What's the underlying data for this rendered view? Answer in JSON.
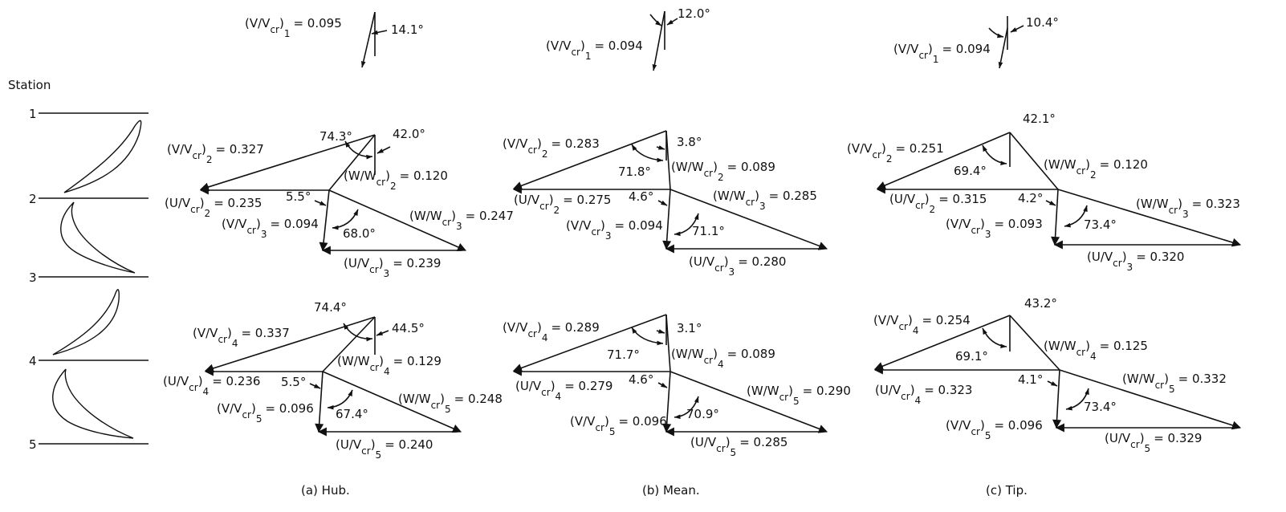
{
  "station_heading": "Station",
  "stations": [
    "1",
    "2",
    "3",
    "4",
    "5"
  ],
  "panels": [
    {
      "caption": "(a) Hub.",
      "inlet": {
        "label": "(V/V",
        "sub": "cr",
        "tail": ")",
        "num": "1",
        "value": "= 0.095",
        "angle": "14.1°"
      },
      "upper": {
        "v_in": {
          "label": "(V/V",
          "sub": "cr",
          "tail": ")",
          "num": "2",
          "value": "= 0.327"
        },
        "u_in": {
          "label": "(U/V",
          "sub": "cr",
          "tail": ")",
          "num": "2",
          "value": "= 0.235"
        },
        "w_in": {
          "label": "(W/W",
          "sub": "cr",
          "tail": ")",
          "num": "2",
          "value": "= 0.120"
        },
        "v_out": {
          "label": "(V/V",
          "sub": "cr",
          "tail": ")",
          "num": "3",
          "value": "= 0.094"
        },
        "w_out": {
          "label": "(W/W",
          "sub": "cr",
          "tail": ")",
          "num": "3",
          "value": "= 0.247"
        },
        "u_out": {
          "label": "(U/V",
          "sub": "cr",
          "tail": ")",
          "num": "3",
          "value": "= 0.239"
        },
        "angles": [
          "74.3°",
          "42.0°",
          "5.5°",
          "68.0°"
        ]
      },
      "lower": {
        "v_in": {
          "label": "(V/V",
          "sub": "cr",
          "tail": ")",
          "num": "4",
          "value": "= 0.337"
        },
        "u_in": {
          "label": "(U/V",
          "sub": "cr",
          "tail": ")",
          "num": "4",
          "value": "= 0.236"
        },
        "w_in": {
          "label": "(W/W",
          "sub": "cr",
          "tail": ")",
          "num": "4",
          "value": "= 0.129"
        },
        "v_out": {
          "label": "(V/V",
          "sub": "cr",
          "tail": ")",
          "num": "5",
          "value": "= 0.096"
        },
        "w_out": {
          "label": "(W/W",
          "sub": "cr",
          "tail": ")",
          "num": "5",
          "value": "= 0.248"
        },
        "u_out": {
          "label": "(U/V",
          "sub": "cr",
          "tail": ")",
          "num": "5",
          "value": "= 0.240"
        },
        "angles": [
          "74.4°",
          "44.5°",
          "5.5°",
          "67.4°"
        ]
      }
    },
    {
      "caption": "(b) Mean.",
      "inlet": {
        "label": "(V/V",
        "sub": "cr",
        "tail": ")",
        "num": "1",
        "value": "= 0.094",
        "angle": "12.0°"
      },
      "upper": {
        "v_in": {
          "label": "(V/V",
          "sub": "cr",
          "tail": ")",
          "num": "2",
          "value": "= 0.283"
        },
        "u_in": {
          "label": "(U/V",
          "sub": "cr",
          "tail": ")",
          "num": "2",
          "value": "= 0.275"
        },
        "w_in": {
          "label": "(W/W",
          "sub": "cr",
          "tail": ")",
          "num": "2",
          "value": "= 0.089"
        },
        "v_out": {
          "label": "(V/V",
          "sub": "cr",
          "tail": ")",
          "num": "3",
          "value": "= 0.094"
        },
        "w_out": {
          "label": "(W/W",
          "sub": "cr",
          "tail": ")",
          "num": "3",
          "value": "= 0.285"
        },
        "u_out": {
          "label": "(U/V",
          "sub": "cr",
          "tail": ")",
          "num": "3",
          "value": "= 0.280"
        },
        "angles": [
          "71.8°",
          "3.8°",
          "4.6°",
          "71.1°"
        ]
      },
      "lower": {
        "v_in": {
          "label": "(V/V",
          "sub": "cr",
          "tail": ")",
          "num": "4",
          "value": "= 0.289"
        },
        "u_in": {
          "label": "(U/V",
          "sub": "cr",
          "tail": ")",
          "num": "4",
          "value": "= 0.279"
        },
        "w_in": {
          "label": "(W/W",
          "sub": "cr",
          "tail": ")",
          "num": "4",
          "value": "= 0.089"
        },
        "v_out": {
          "label": "(V/V",
          "sub": "cr",
          "tail": ")",
          "num": "5",
          "value": "= 0.096"
        },
        "w_out": {
          "label": "(W/W",
          "sub": "cr",
          "tail": ")",
          "num": "5",
          "value": "= 0.290"
        },
        "u_out": {
          "label": "(U/V",
          "sub": "cr",
          "tail": ")",
          "num": "5",
          "value": "= 0.285"
        },
        "angles": [
          "71.7°",
          "3.1°",
          "4.6°",
          "70.9°"
        ]
      }
    },
    {
      "caption": "(c) Tip.",
      "inlet": {
        "label": "(V/V",
        "sub": "cr",
        "tail": ")",
        "num": "1",
        "value": "= 0.094",
        "angle": "10.4°"
      },
      "upper": {
        "v_in": {
          "label": "(V/V",
          "sub": "cr",
          "tail": ")",
          "num": "2",
          "value": "= 0.251"
        },
        "u_in": {
          "label": "(U/V",
          "sub": "cr",
          "tail": ")",
          "num": "2",
          "value": "= 0.315"
        },
        "w_in": {
          "label": "(W/W",
          "sub": "cr",
          "tail": ")",
          "num": "2",
          "value": "= 0.120"
        },
        "v_out": {
          "label": "(V/V",
          "sub": "cr",
          "tail": ")",
          "num": "3",
          "value": "= 0.093"
        },
        "w_out": {
          "label": "(W/W",
          "sub": "cr",
          "tail": ")",
          "num": "3",
          "value": "= 0.323"
        },
        "u_out": {
          "label": "(U/V",
          "sub": "cr",
          "tail": ")",
          "num": "3",
          "value": "= 0.320"
        },
        "angles": [
          "69.4°",
          "42.1°",
          "4.2°",
          "73.4°"
        ]
      },
      "lower": {
        "v_in": {
          "label": "(V/V",
          "sub": "cr",
          "tail": ")",
          "num": "4",
          "value": "= 0.254"
        },
        "u_in": {
          "label": "(U/V",
          "sub": "cr",
          "tail": ")",
          "num": "4",
          "value": "= 0.323"
        },
        "w_in": {
          "label": "(W/W",
          "sub": "cr",
          "tail": ")",
          "num": "4",
          "value": "= 0.125"
        },
        "v_out": {
          "label": "(V/V",
          "sub": "cr",
          "tail": ")",
          "num": "5",
          "value": "= 0.096"
        },
        "w_out": {
          "label": "(W/W",
          "sub": "cr",
          "tail": ")",
          "num": "5",
          "value": "= 0.332"
        },
        "u_out": {
          "label": "(U/V",
          "sub": "cr",
          "tail": ")",
          "num": "5",
          "value": "= 0.329"
        },
        "angles": [
          "69.1°",
          "43.2°",
          "4.1°",
          "73.4°"
        ]
      }
    }
  ]
}
